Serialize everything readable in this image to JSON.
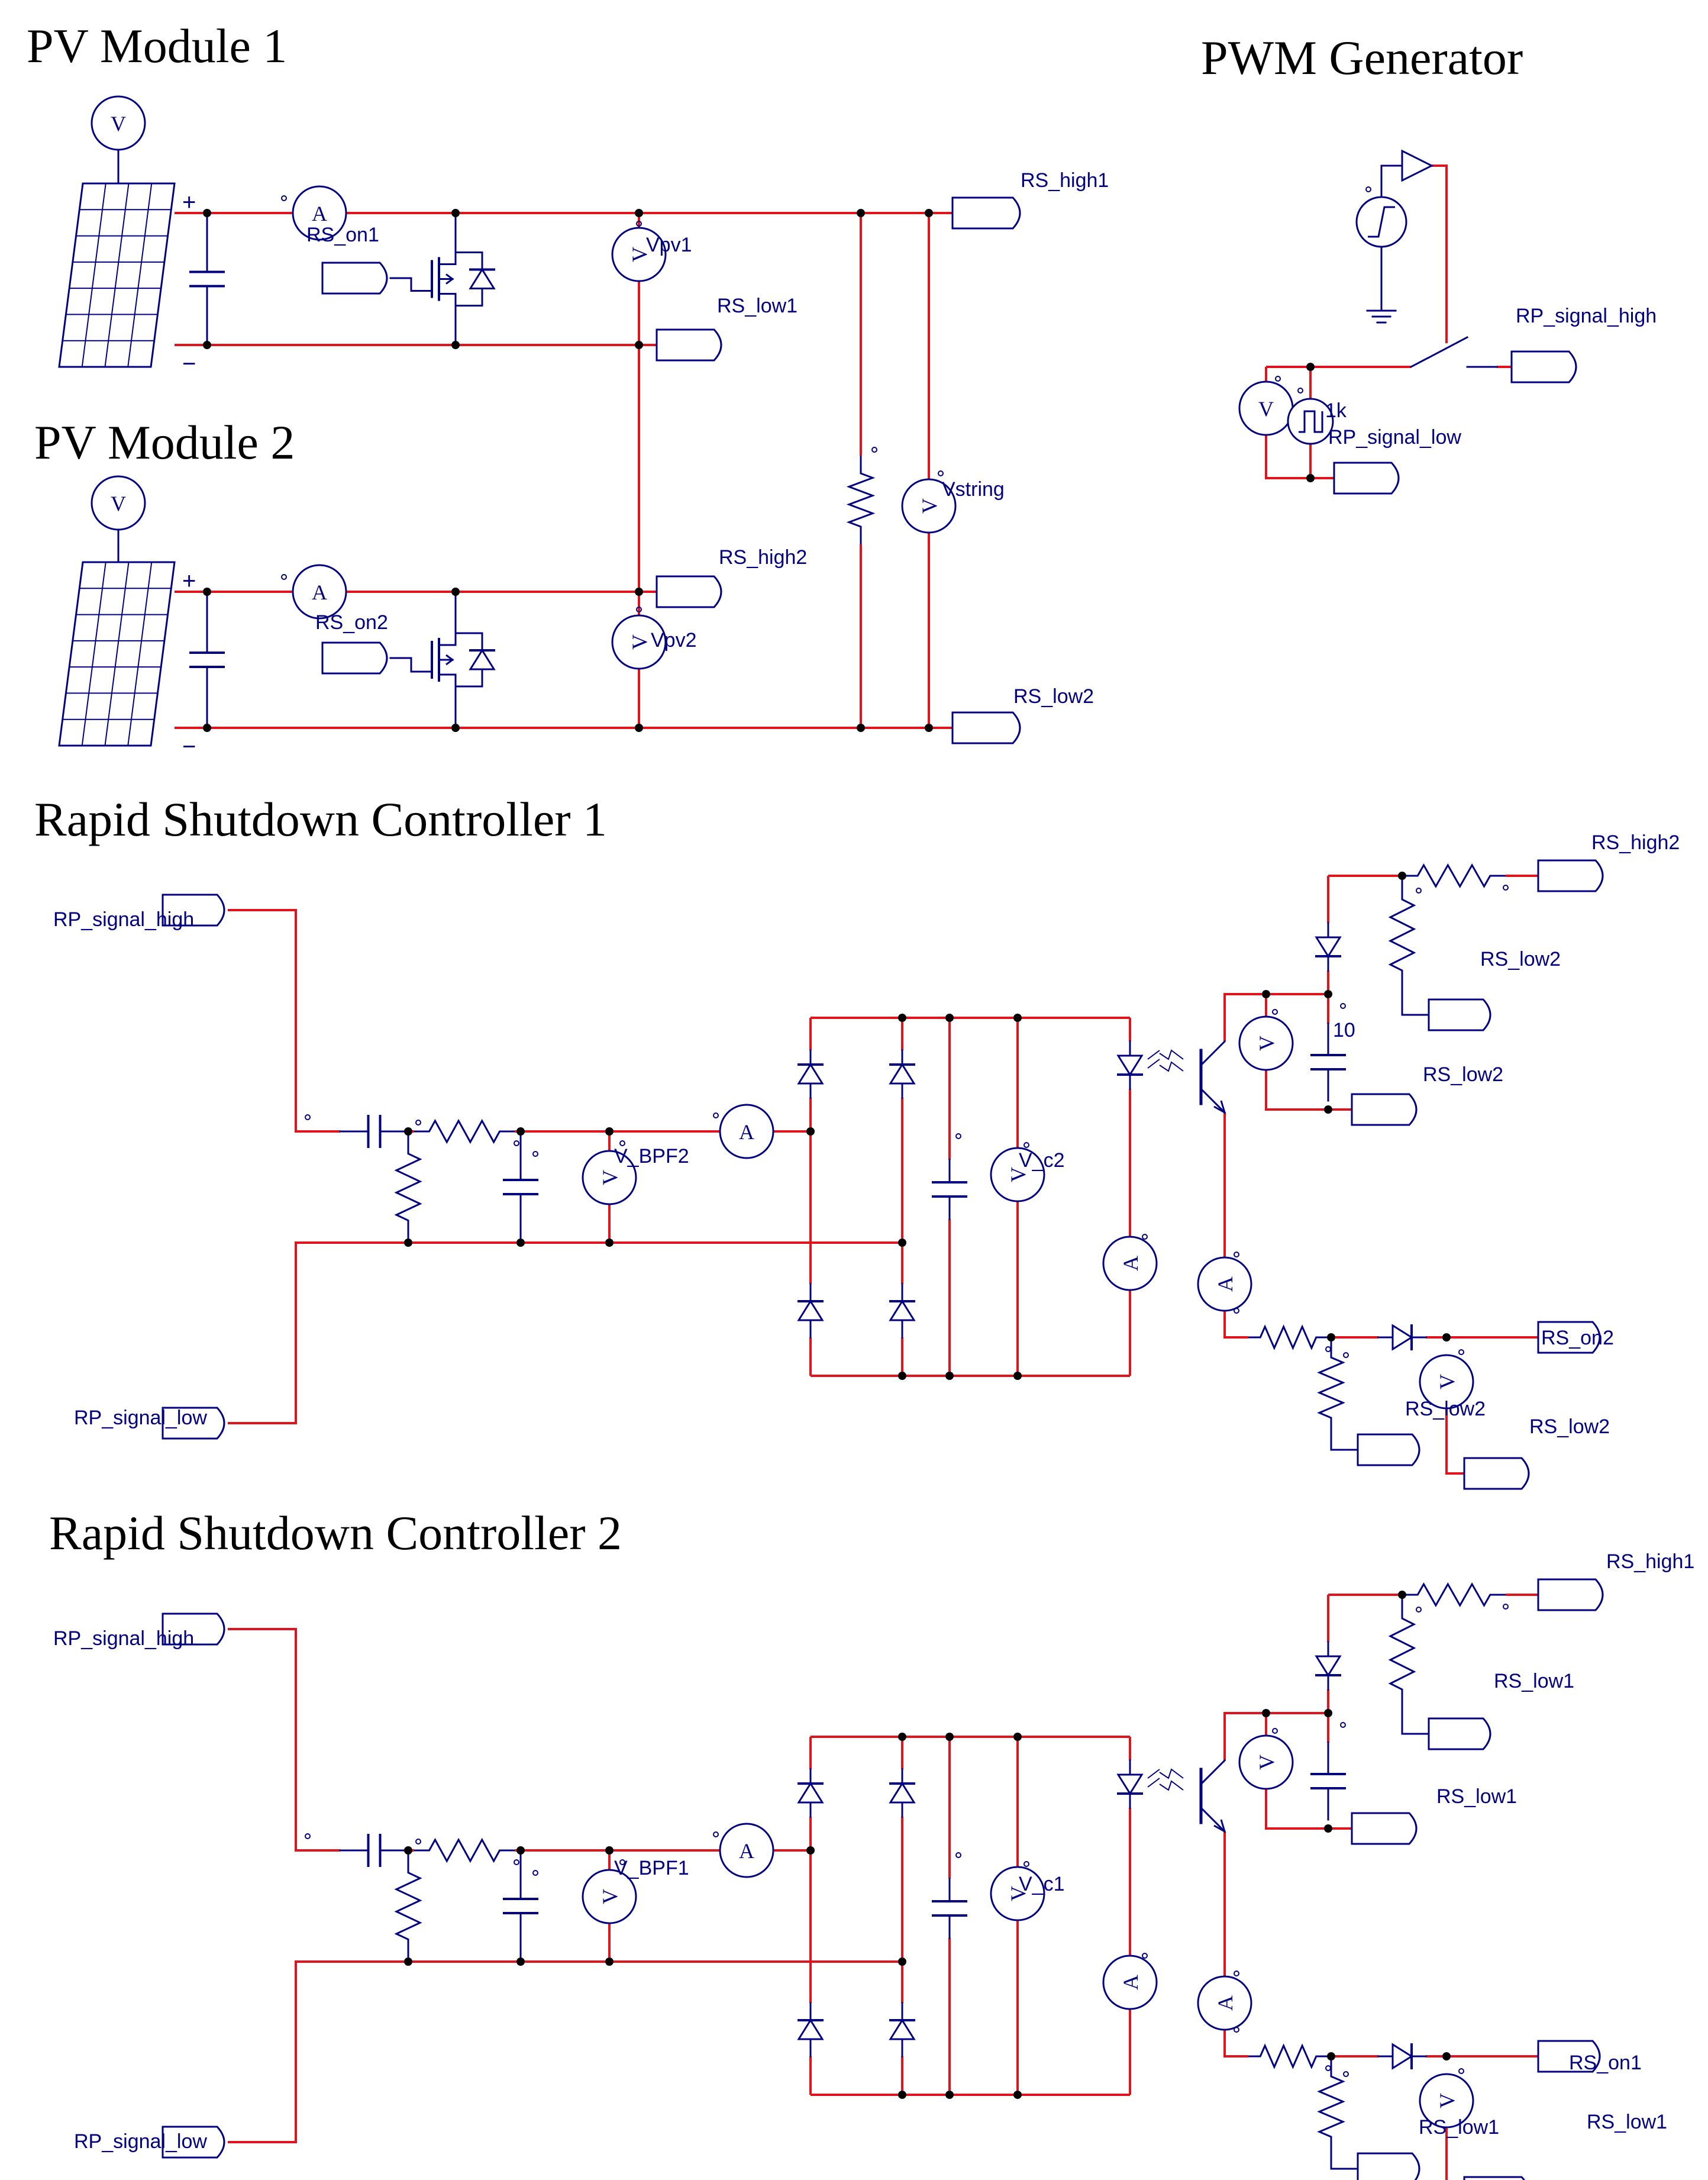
{
  "titles": {
    "pv1": "PV Module 1",
    "pv2": "PV Module 2",
    "pwm": "PWM Generator",
    "rsc1": "Rapid Shutdown Controller 1",
    "rsc2": "Rapid Shutdown Controller 2"
  },
  "colors": {
    "wire": "#E0141C",
    "component": "#000080",
    "node": "#000000",
    "background": "#FFFFFF"
  },
  "meter_letters": {
    "voltmeter": "V",
    "ammeter": "A"
  },
  "polarity": {
    "plus": "+",
    "minus": "−"
  },
  "pv1": {
    "switch_label": "RS_on1",
    "voltmeter_label": "Vpv1",
    "out_high": "RS_high1",
    "out_low": "RS_low1"
  },
  "pv2": {
    "switch_label": "RS_on2",
    "voltmeter_label": "Vpv2",
    "out_high": "RS_high2",
    "out_low": "RS_low2"
  },
  "string": {
    "voltmeter_label": "Vstring"
  },
  "pwm": {
    "out_high": "RP_signal_high",
    "out_low": "RP_signal_low",
    "freq_label": "1k"
  },
  "rsc1": {
    "in_high": "RP_signal_high",
    "in_low": "RP_signal_low",
    "bpf_label": "V_BPF2",
    "cap_label": "V_c2",
    "out_high": "RS_high2",
    "out_low_a": "RS_low2",
    "out_low_b": "RS_low2",
    "cap_value": "10",
    "out_on": "RS_on2",
    "meter_low": "RS_low2",
    "out_low_c": "RS_low2"
  },
  "rsc2": {
    "in_high": "RP_signal_high",
    "in_low": "RP_signal_low",
    "bpf_label": "V_BPF1",
    "cap_label": "V_c1",
    "out_high": "RS_high1",
    "out_low_a": "RS_low1",
    "out_low_b": "RS_low1",
    "out_on": "RS_on1",
    "meter_low": "RS_low1",
    "out_low_c": "RS_low1"
  }
}
